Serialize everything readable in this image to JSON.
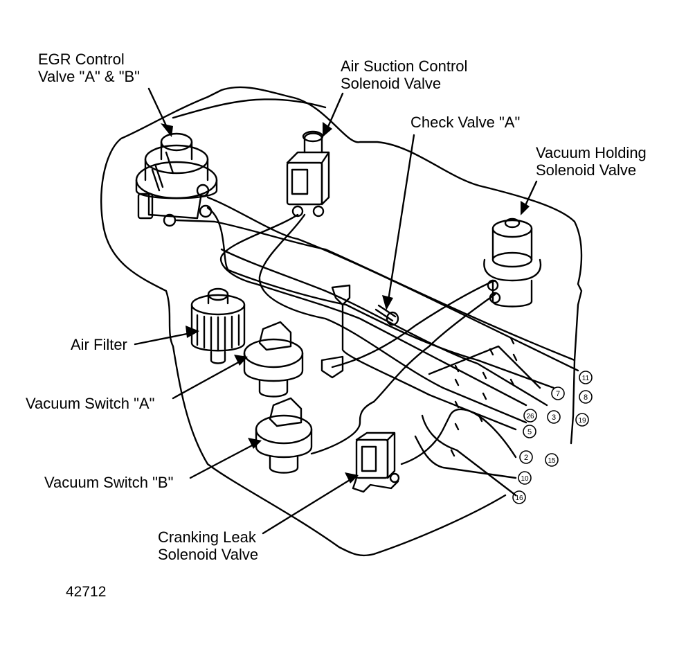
{
  "labels": {
    "egr": [
      "EGR Control",
      "Valve \"A\" & \"B\""
    ],
    "air_suction": [
      "Air Suction Control",
      "Solenoid Valve"
    ],
    "check_valve": [
      "Check Valve \"A\""
    ],
    "vacuum_holding": [
      "Vacuum Holding",
      "Solenoid Valve"
    ],
    "air_filter": [
      "Air Filter"
    ],
    "vacuum_switch_a": [
      "Vacuum Switch \"A\""
    ],
    "vacuum_switch_b": [
      "Vacuum Switch \"B\""
    ],
    "cranking_leak": [
      "Cranking Leak",
      "Solenoid Valve"
    ]
  },
  "hose_numbers": [
    "11",
    "8",
    "7",
    "19",
    "3",
    "26",
    "5",
    "15",
    "2",
    "10",
    "16"
  ],
  "figure_number": "42712",
  "colors": {
    "ink": "#000000",
    "paper": "#ffffff"
  }
}
